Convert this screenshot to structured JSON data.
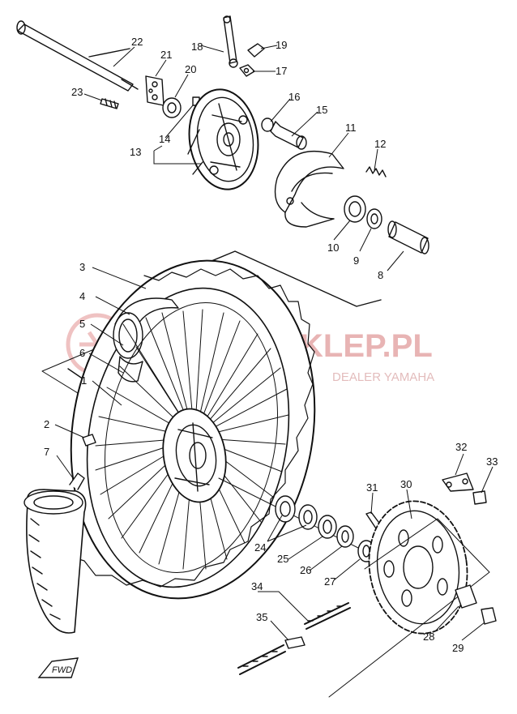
{
  "watermark": {
    "title": "-SKLEP.PL",
    "subtitle": "DEALER YAMAHA",
    "color": "#e8a0a0"
  },
  "direction_label": "FWD",
  "callouts": [
    {
      "id": "p1",
      "text": "1"
    },
    {
      "id": "p2",
      "text": "2"
    },
    {
      "id": "p3",
      "text": "3"
    },
    {
      "id": "p4",
      "text": "4"
    },
    {
      "id": "p5",
      "text": "5"
    },
    {
      "id": "p6",
      "text": "6"
    },
    {
      "id": "p7",
      "text": "7"
    },
    {
      "id": "p8",
      "text": "8"
    },
    {
      "id": "p9",
      "text": "9"
    },
    {
      "id": "p10",
      "text": "10"
    },
    {
      "id": "p11",
      "text": "11"
    },
    {
      "id": "p12",
      "text": "12"
    },
    {
      "id": "p13",
      "text": "13"
    },
    {
      "id": "p14",
      "text": "14"
    },
    {
      "id": "p15",
      "text": "15"
    },
    {
      "id": "p16",
      "text": "16"
    },
    {
      "id": "p17",
      "text": "17"
    },
    {
      "id": "p18",
      "text": "18"
    },
    {
      "id": "p19",
      "text": "19"
    },
    {
      "id": "p20",
      "text": "20"
    },
    {
      "id": "p21",
      "text": "21"
    },
    {
      "id": "p22",
      "text": "22"
    },
    {
      "id": "p23",
      "text": "23"
    },
    {
      "id": "p24",
      "text": "24"
    },
    {
      "id": "p25",
      "text": "25"
    },
    {
      "id": "p26",
      "text": "26"
    },
    {
      "id": "p27",
      "text": "27"
    },
    {
      "id": "p28",
      "text": "28"
    },
    {
      "id": "p29",
      "text": "29"
    },
    {
      "id": "p30",
      "text": "30"
    },
    {
      "id": "p31",
      "text": "31"
    },
    {
      "id": "p32",
      "text": "32"
    },
    {
      "id": "p33",
      "text": "33"
    },
    {
      "id": "p34",
      "text": "34"
    },
    {
      "id": "p35",
      "text": "35"
    }
  ]
}
